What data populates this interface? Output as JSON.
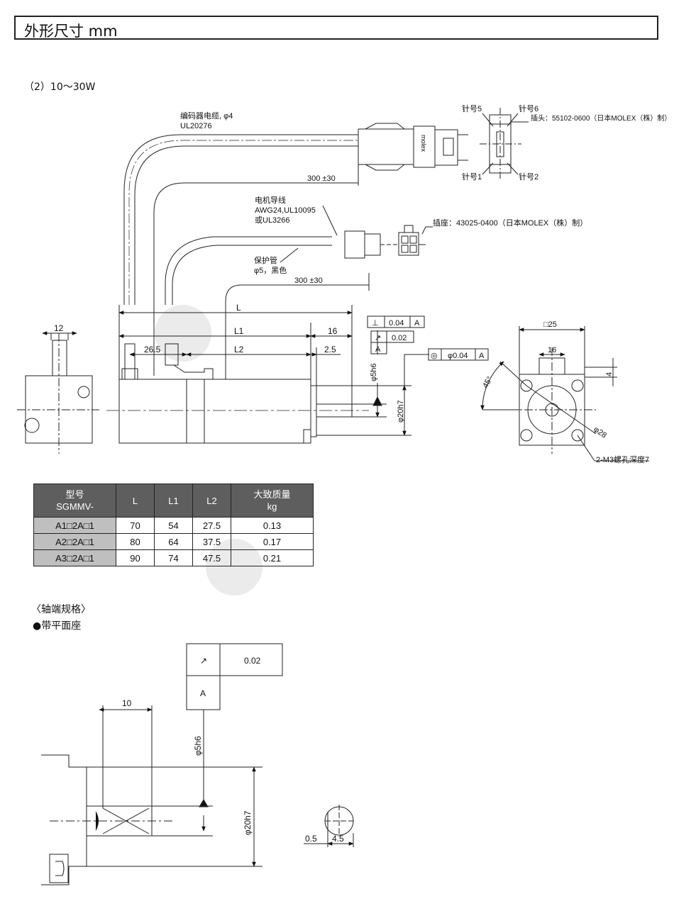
{
  "header": {
    "title": "外形尺寸 mm"
  },
  "section_title": "（2）10～30W",
  "labels": {
    "encoder_cable": "编码器电缆, φ4",
    "encoder_ul": "UL20276",
    "cable_len_1": "300 ±30",
    "motor_wire": "电机导线",
    "motor_awg": "AWG24,UL10095",
    "motor_ul": "或UL3266",
    "protect_tube": "保护管",
    "protect_spec": "φ5，黑色",
    "cable_len_2": "300 ±30",
    "pin5": "针号5",
    "pin6": "针号6",
    "pin1": "针号1",
    "pin2": "针号2",
    "plug": "插头：55102-0600（日本MOLEX（株）制）",
    "socket": "插座：43025-0400（日本MOLEX（株）制）",
    "molex": "molex",
    "dim_L": "L",
    "dim_L1": "L1",
    "dim_L2": "L2",
    "dim_16": "16",
    "dim_26_5": "26.5",
    "dim_2_5": "2.5",
    "dim_12": "12",
    "tol_perp_sym": "⊥",
    "tol_perp_val": "0.04",
    "tol_runout_sym": "↗",
    "tol_runout_val": "0.02",
    "tol_datum": "A",
    "tol_conc_sym": "◎",
    "tol_conc_val": "φ0.04",
    "dim_shaft": "φ5h6",
    "dim_spigot": "φ20h7",
    "dim_sq25": "□25",
    "dim_16b": "16",
    "dim_4": "4",
    "dim_45": "45°",
    "dim_28": "φ28",
    "holes": "2-M3螺孔深度7",
    "shaft_title": "〈轴端规格〉",
    "shaft_sub": "●带平面座",
    "detail_10": "10",
    "detail_runout": "0.02",
    "detail_datum": "A",
    "detail_shaft": "φ5h6",
    "detail_spigot": "φ20h7",
    "detail_05": "0.5",
    "detail_45": "4.5"
  },
  "table": {
    "headers": [
      [
        "型号",
        "SGMMV-"
      ],
      [
        "L"
      ],
      [
        "L1"
      ],
      [
        "L2"
      ],
      [
        "大致质量",
        "kg"
      ]
    ],
    "rows": [
      [
        "A1□2A□1",
        "70",
        "54",
        "27.5",
        "0.13"
      ],
      [
        "A2□2A□1",
        "80",
        "64",
        "37.5",
        "0.17"
      ],
      [
        "A3□2A□1",
        "90",
        "74",
        "47.5",
        "0.21"
      ]
    ]
  }
}
